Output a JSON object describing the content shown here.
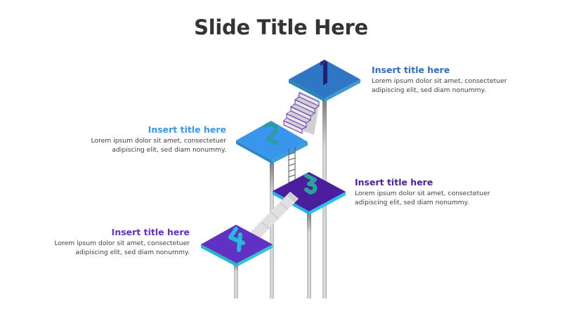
{
  "slide": {
    "title": "Slide Title Here"
  },
  "steps": [
    {
      "number": "1",
      "title": "Insert title here",
      "body_line1": "Lorem ipsum dolor sit amet, consectetuer",
      "body_line2": "adipiscing elit, sed diam nonummy.",
      "title_color": "#2E6FC0",
      "platform_color": "#2F77C4",
      "edge_color": "#3A8FD0"
    },
    {
      "number": "2",
      "title": "Insert title here",
      "body_line1": "Lorem ipsum dolor sit amet, consectetuer",
      "body_line2": "adipiscing elit, sed diam nonummy.",
      "title_color": "#3797EE",
      "platform_color": "#3A96EC",
      "edge_color": "#2E8AC6"
    },
    {
      "number": "3",
      "title": "Insert title here",
      "body_line1": "Lorem ipsum dolor sit amet, consectetuer",
      "body_line2": "adipiscing elit, sed diam nonummy.",
      "title_color": "#4A1FA0",
      "platform_color": "#4B1E9E",
      "edge_color": "#27C3EE"
    },
    {
      "number": "4",
      "title": "Insert title here",
      "body_line1": "Lorem ipsum dolor sit amet, consectetuer",
      "body_line2": "adipiscing elit, sed diam nonummy.",
      "title_color": "#6530C4",
      "platform_color": "#6131C2",
      "edge_color": "#2CC6D4"
    }
  ],
  "colors": {
    "numeral_teal": "#2A9E98",
    "numeral_dark": "#2A2E80",
    "pole": "#C8C8C8",
    "stair": "#E4E4E6",
    "stair_edge": "#6A3AB0",
    "text": "#404040"
  }
}
